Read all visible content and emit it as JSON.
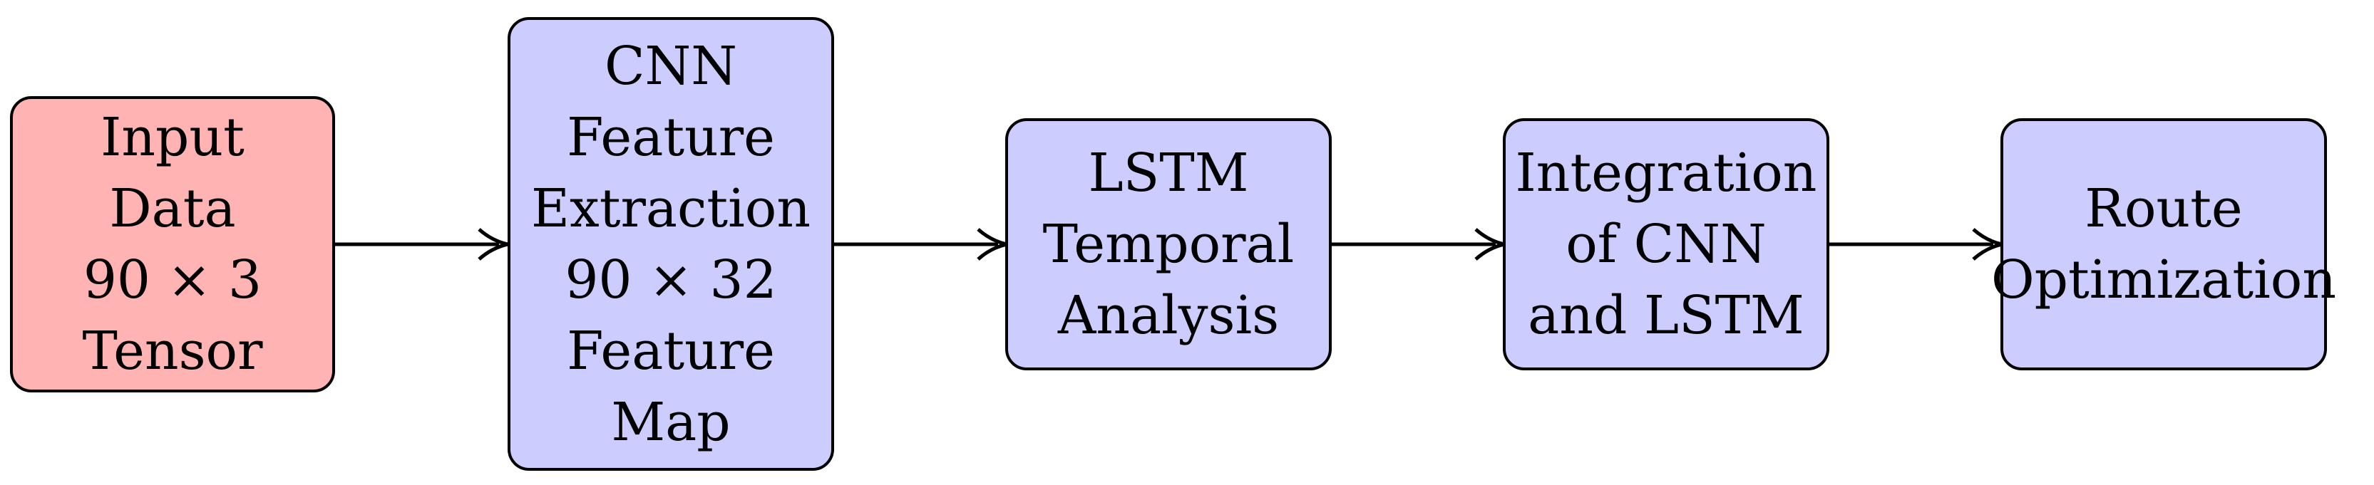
{
  "colors": {
    "input_fill": "#ffb3b3",
    "process_fill": "#ccccff",
    "stroke": "#000000"
  },
  "nodes": [
    {
      "id": "input-data",
      "lines": [
        "Input",
        "Data",
        "90 × 3",
        "Tensor"
      ],
      "fill": "input"
    },
    {
      "id": "cnn-feature-extraction",
      "lines": [
        "CNN",
        "Feature",
        "Extraction",
        "90 × 32",
        "Feature",
        "Map"
      ],
      "fill": "process"
    },
    {
      "id": "lstm-temporal-analysis",
      "lines": [
        "LSTM",
        "Temporal",
        "Analysis"
      ],
      "fill": "process"
    },
    {
      "id": "integration",
      "lines": [
        "Integration",
        "of CNN",
        "and LSTM"
      ],
      "fill": "process"
    },
    {
      "id": "route-optimization",
      "lines": [
        "Route",
        "Optimization"
      ],
      "fill": "process"
    }
  ],
  "edges": [
    {
      "from": "input-data",
      "to": "cnn-feature-extraction"
    },
    {
      "from": "cnn-feature-extraction",
      "to": "lstm-temporal-analysis"
    },
    {
      "from": "lstm-temporal-analysis",
      "to": "integration"
    },
    {
      "from": "integration",
      "to": "route-optimization"
    }
  ]
}
